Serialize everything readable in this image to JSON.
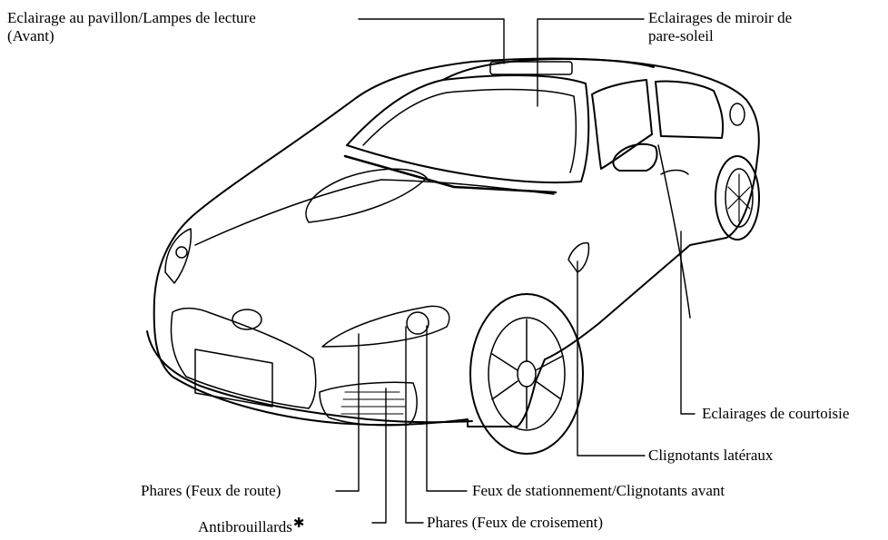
{
  "labels": {
    "interior_lamps_line1": "Eclairage au pavillon/Lampes de lecture",
    "interior_lamps_line2": "(Avant)",
    "vanity_mirror_line1": "Eclairages de miroir de",
    "vanity_mirror_line2": "pare-soleil",
    "courtesy_lamps": "Eclairages de courtoisie",
    "side_turn_signals": "Clignotants latéraux",
    "parking_front_turn": "Feux de stationnement/Clignotants avant",
    "high_beam": "Phares (Feux de route)",
    "fog_lights": "Antibrouillards",
    "fog_lights_marker": "✱",
    "low_beam": "Phares (Feux de croisement)"
  }
}
